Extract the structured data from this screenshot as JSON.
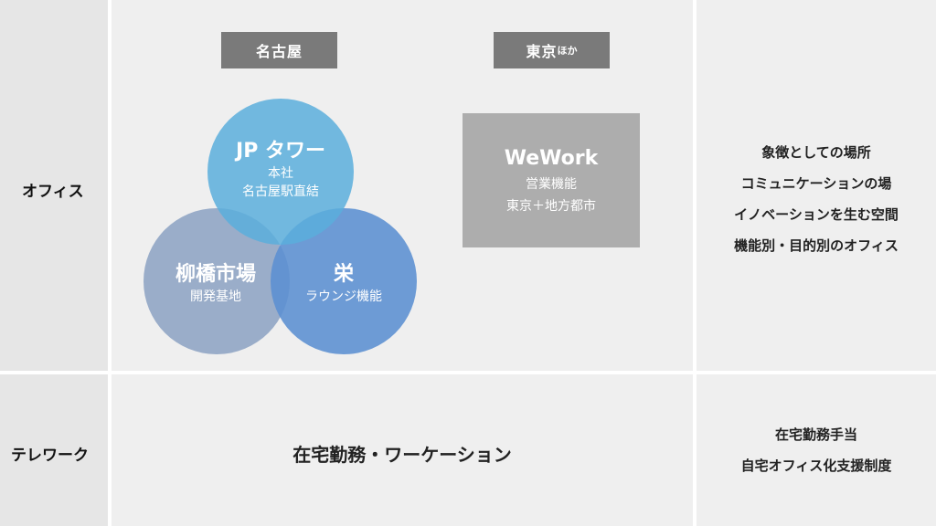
{
  "rows": {
    "office_label": "オフィス",
    "telework_label": "テレワーク"
  },
  "locations": {
    "nagoya": "名古屋",
    "tokyo_main": "東京",
    "tokyo_suffix": "ほか"
  },
  "circles": {
    "jp_tower": {
      "title": "JP タワー",
      "line1": "本社",
      "line2": "名古屋駅直結",
      "color": "#5aaedc"
    },
    "yanagibashi": {
      "title": "柳橋市場",
      "line1": "開発基地",
      "color": "#8ea4c4"
    },
    "sakae": {
      "title": "栄",
      "line1": "ラウンジ機能",
      "color": "#5b8fd2"
    }
  },
  "wework": {
    "title": "WeWork",
    "line1": "営業機能",
    "line2": "東京＋地方都市"
  },
  "office_features": [
    "象徴としての場所",
    "コミュニケーションの場",
    "イノベーションを生む空間",
    "機能別・目的別のオフィス"
  ],
  "telework": {
    "main": "在宅勤務・ワーケーション",
    "features": [
      "在宅勤務手当",
      "自宅オフィス化支援制度"
    ]
  }
}
